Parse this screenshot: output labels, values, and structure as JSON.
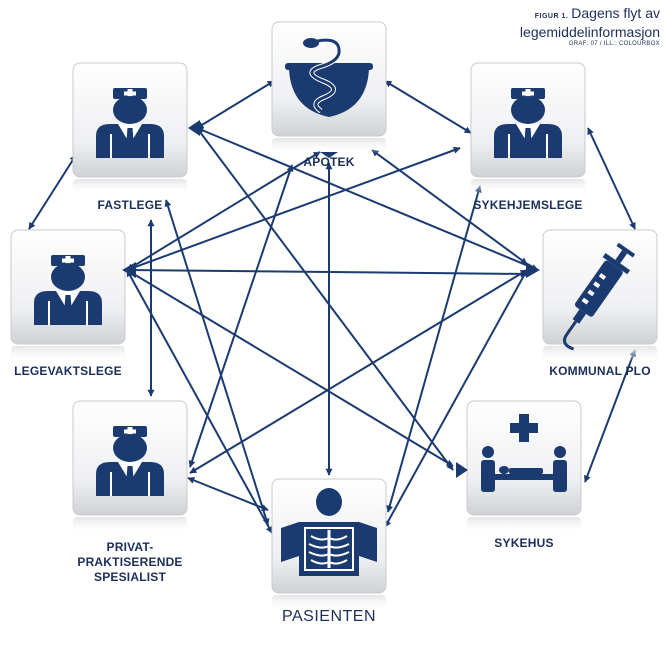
{
  "figure": {
    "label": "FIGUR 1.",
    "title_line1": "Dagens flyt av",
    "title_line2": "legemiddelinformasjon",
    "credit": "GRAF: 07 / ILL.: COLOURBOX"
  },
  "nodes": {
    "apotek": "APOTEK",
    "fastlege": "FASTLEGE",
    "sykehjemslege": "SYKEHJEMSLEGE",
    "legevaktslege": "LEGEVAKTSLEGE",
    "kommunal_plo": "KOMMUNAL PLO",
    "privat_line1": "PRIVAT-",
    "privat_line2": "PRAKTISERENDE",
    "privat_line3": "SPESIALIST",
    "sykehus": "SYKEHUS",
    "pasienten": "PASIENTEN"
  },
  "colors": {
    "arrow": "#1b3a6f",
    "icon": "#1b3a6f",
    "tile_top": "#ffffff",
    "tile_bottom": "#d4d5d8",
    "label": "#1b2f5a"
  }
}
